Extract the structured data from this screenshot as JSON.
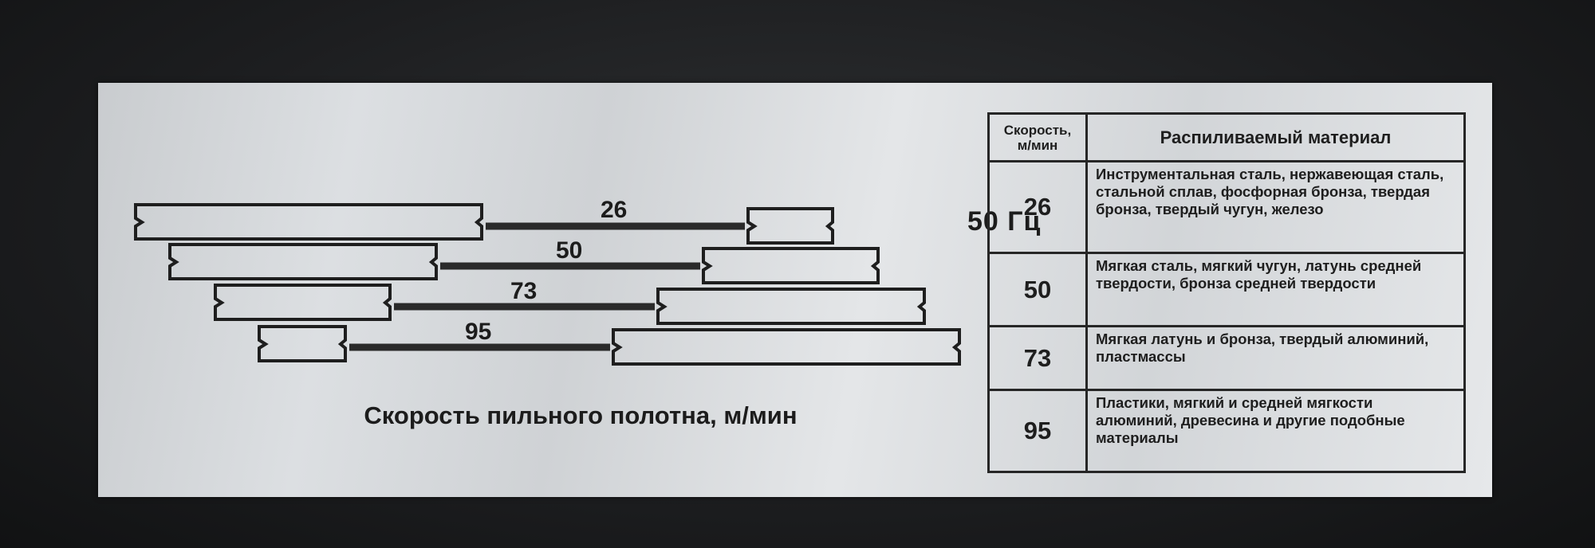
{
  "frequency_label": "50 Гц",
  "caption": "Скорость пильного полотна, м/мин",
  "speeds": [
    "26",
    "50",
    "73",
    "95"
  ],
  "table": {
    "col1_header_line1": "Скорость,",
    "col1_header_line2": "м/мин",
    "col2_header": "Распиливаемый материал",
    "rows": [
      {
        "speed": "26",
        "material": "Инструментальная сталь, нержавеющая сталь, стальной сплав, фосфорная бронза, твердая бронза, твердый чугун, железо"
      },
      {
        "speed": "50",
        "material": "Мягкая сталь, мягкий чугун, латунь средней твердости, бронза средней твердости"
      },
      {
        "speed": "73",
        "material": "Мягкая латунь и бронза, твердый алюминий, пластмассы"
      },
      {
        "speed": "95",
        "material": "Пластики, мягкий и средней мягкости алюминий, древесина и другие подобные материалы"
      }
    ]
  },
  "colors": {
    "plate": "#d7dadd",
    "ink": "#1c1c1c",
    "background": "#1c1d1f"
  }
}
